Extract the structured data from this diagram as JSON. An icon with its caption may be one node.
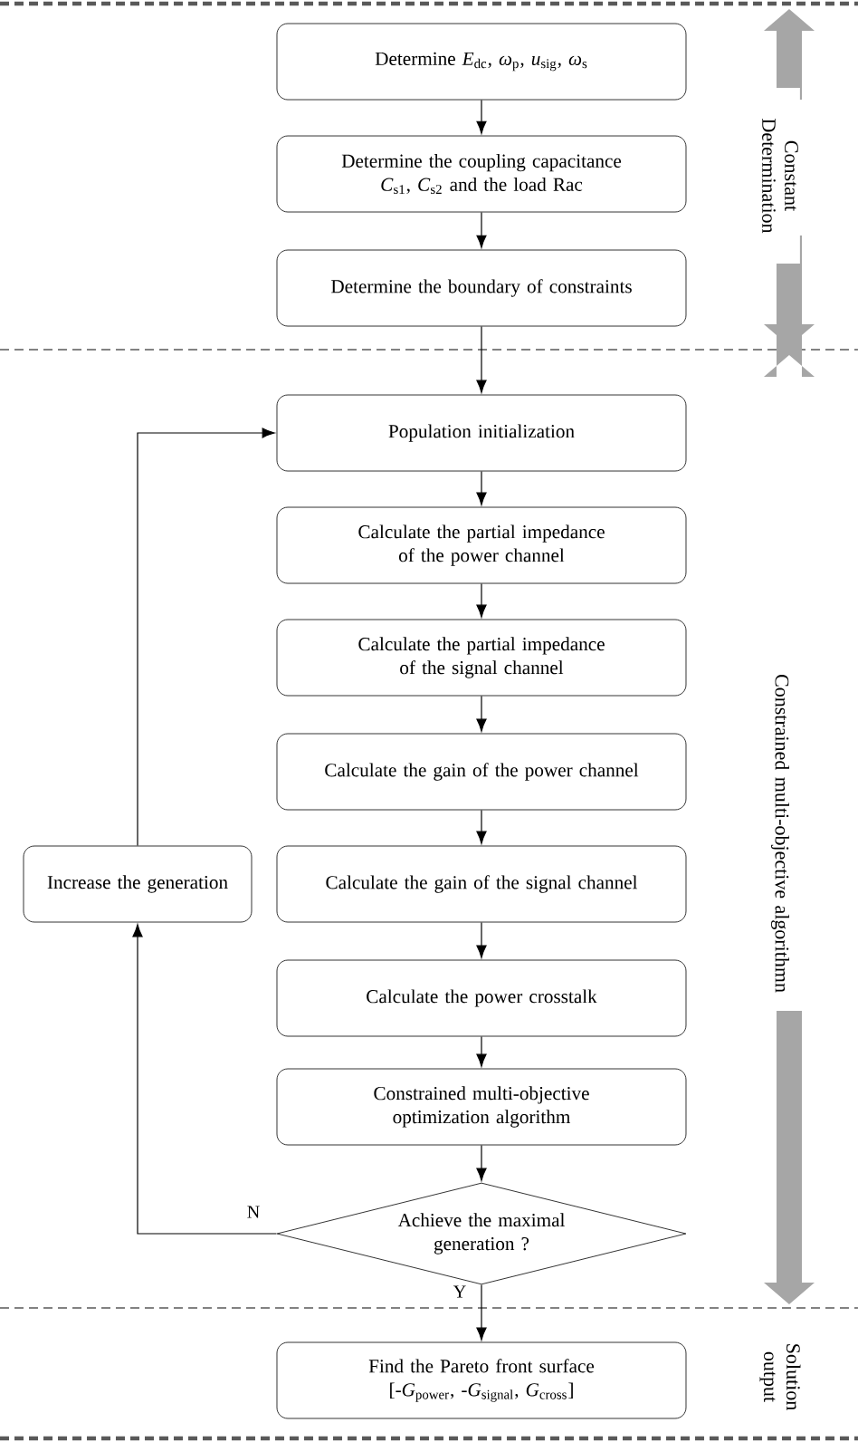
{
  "diagram": {
    "nodes": [
      {
        "text": [
          "Determine *E*$_{dc}$, *ω*$_{p}$, *u*$_{sig}$, *ω*$_{s}$"
        ]
      },
      {
        "text": [
          "Determine the coupling capacitance *C*$_{s1}$, *C*$_{s2}$ and the load Rac"
        ]
      },
      {
        "text": [
          "Determine the boundary of constraints"
        ]
      },
      {
        "text": [
          "Population initialization"
        ]
      },
      {
        "text": [
          "Calculate the partial impedance of the power channel"
        ]
      },
      {
        "text": [
          "Calculate the partial impedance of the signal channel"
        ]
      },
      {
        "text": [
          "Calculate the gain of the power channel"
        ]
      },
      {
        "text": [
          "Calculate the gain of the signal channel"
        ]
      },
      {
        "text": [
          "Calculate the power crosstalk"
        ]
      },
      {
        "text": [
          "Constrained multi-objective optimization algorithm"
        ]
      },
      {
        "text": [
          "Achieve the maximal generation ?"
        ]
      },
      {
        "text": [
          "Increase the generation"
        ]
      },
      {
        "text": [
          "Find the Pareto front surface [-*G*$_{power}$, -*G*$_{signal}$, *G*$_{cross}$]"
        ]
      }
    ],
    "edges": [
      {
        "from": 0,
        "to": 1,
        "arrow": "to"
      },
      {
        "from": 1,
        "to": 2,
        "arrow": "to"
      },
      {
        "from": 2,
        "to": 3,
        "arrow": "to"
      },
      {
        "from": 3,
        "to": 4,
        "arrow": "to"
      },
      {
        "from": 4,
        "to": 5,
        "arrow": "to"
      },
      {
        "from": 5,
        "to": 6,
        "arrow": "to"
      },
      {
        "from": 6,
        "to": 7,
        "arrow": "to"
      },
      {
        "from": 7,
        "to": 8,
        "arrow": "to"
      },
      {
        "from": 8,
        "to": 9,
        "arrow": "to"
      },
      {
        "from": 9,
        "to": 10,
        "arrow": "to"
      },
      {
        "from": 10,
        "to": 11,
        "arrow": "to",
        "label": "N"
      },
      {
        "from": 11,
        "to": 3,
        "arrow": "to"
      },
      {
        "from": 10,
        "to": 12,
        "arrow": "to",
        "label": "Y"
      }
    ],
    "labels": [
      "Constant Determination",
      "Constrained multi-objective algorithmn",
      "Solution output"
    ]
  }
}
